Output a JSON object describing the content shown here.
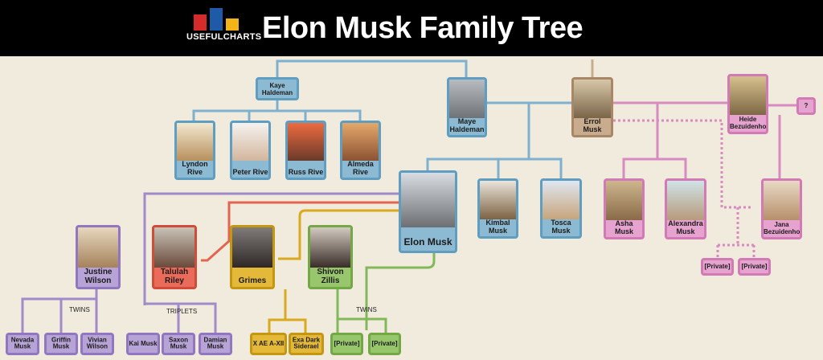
{
  "header": {
    "logo_text": "USEFULCHARTS",
    "title": "Elon Musk Family Tree",
    "logo_colors": [
      "#d62b2b",
      "#1f5aa8",
      "#f3b417"
    ]
  },
  "colors": {
    "background": "#f1ebdd",
    "maye_line": "#7fb1cf",
    "errol_line": "#d88bc0",
    "justine_line": "#a18ac9",
    "talulah_line": "#e2654f",
    "grimes_line": "#d9a91f",
    "shivon_line": "#83b85a"
  },
  "people": {
    "kaye": "Kaye Haldeman",
    "lyndon": "Lyndon Rive",
    "peter": "Peter Rive",
    "russ": "Russ Rive",
    "almeda": "Almeda Rive",
    "maye": "Maye Haldeman",
    "errol": "Errol Musk",
    "heide": "Heide Bezuidenhout",
    "unknown": "?",
    "elon": "Elon Musk",
    "kimbal": "Kimbal Musk",
    "tosca": "Tosca Musk",
    "asha": "Asha Musk",
    "alexandra": "Alexandra Musk",
    "jana": "Jana Bezuidenhout",
    "private1": "[Private]",
    "private2": "[Private]",
    "justine": "Justine Wilson",
    "talulah": "Talulah Riley",
    "grimes": "Grimes",
    "shivon": "Shivon Zillis",
    "nevada": "Nevada Musk",
    "griffin": "Griffin Musk",
    "vivian": "Vivian Wilson",
    "kai": "Kai Musk",
    "saxon": "Saxon Musk",
    "damian": "Damian Musk",
    "xae": "X AE A-XII",
    "exa": "Exa Dark Siderael",
    "private3": "[Private]",
    "private4": "[Private]"
  },
  "groups": {
    "twins1": "TWINS",
    "triplets": "TRIPLETS",
    "twins2": "TWINS"
  }
}
